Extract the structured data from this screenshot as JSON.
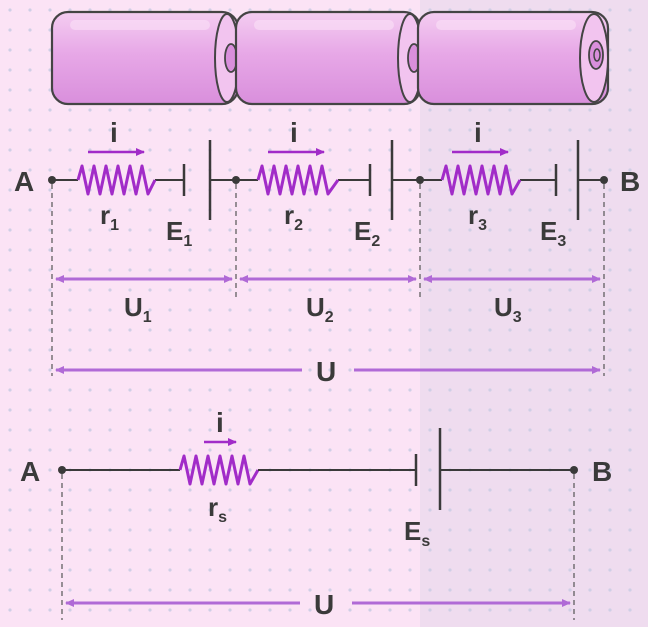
{
  "colors": {
    "background_left": "#fbe3f5",
    "background_right": "#efdcef",
    "dots": "#cfcfe6",
    "wire": "#3a3a3a",
    "resistor": "#a12cc8",
    "arrow": "#b06ad6",
    "battery_body": "#e6a6e6",
    "battery_outline": "#444444"
  },
  "batteries": [
    {
      "name": "battery-1"
    },
    {
      "name": "battery-2"
    },
    {
      "name": "battery-3"
    }
  ],
  "series_circuit": {
    "terminal_left": "A",
    "terminal_right": "B",
    "current_label": "i",
    "cells": [
      {
        "r_label": "r",
        "r_sub": "1",
        "e_label": "E",
        "e_sub": "1",
        "u_label": "U",
        "u_sub": "1"
      },
      {
        "r_label": "r",
        "r_sub": "2",
        "e_label": "E",
        "e_sub": "2",
        "u_label": "U",
        "u_sub": "2"
      },
      {
        "r_label": "r",
        "r_sub": "3",
        "e_label": "E",
        "e_sub": "3",
        "u_label": "U",
        "u_sub": "3"
      }
    ],
    "total_voltage_label": "U"
  },
  "equivalent_circuit": {
    "terminal_left": "A",
    "terminal_right": "B",
    "current_label": "i",
    "r_label": "r",
    "r_sub": "s",
    "e_label": "E",
    "e_sub": "s",
    "total_voltage_label": "U"
  }
}
